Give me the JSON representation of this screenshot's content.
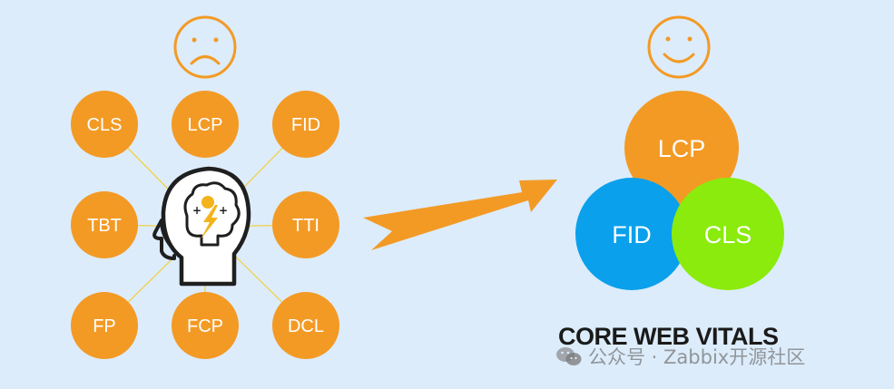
{
  "left_metrics": [
    {
      "label": "CLS"
    },
    {
      "label": "LCP"
    },
    {
      "label": "FID"
    },
    {
      "label": "TBT"
    },
    {
      "label": "TTI"
    },
    {
      "label": "FP"
    },
    {
      "label": "FCP"
    },
    {
      "label": "DCL"
    }
  ],
  "core_vitals": [
    {
      "label": "LCP",
      "color": "#f39a25"
    },
    {
      "label": "FID",
      "color": "#0aa0ec"
    },
    {
      "label": "CLS",
      "color": "#8aeb0c"
    }
  ],
  "colors": {
    "background": "#dcecfb",
    "metric_circle": "#f39a25",
    "arrow": "#f39a25",
    "connector_line": "#f2d04a",
    "head_outline": "#1f1f1f",
    "bulb": "#f3b31a"
  },
  "icons": {
    "sad_face": "frowning-face-icon",
    "happy_face": "smiling-face-icon",
    "head": "head-with-brain-icon",
    "watermark": "wechat-icon"
  },
  "title": "CORE WEB VITALS",
  "watermark": "公众号 · Zabbix开源社区"
}
